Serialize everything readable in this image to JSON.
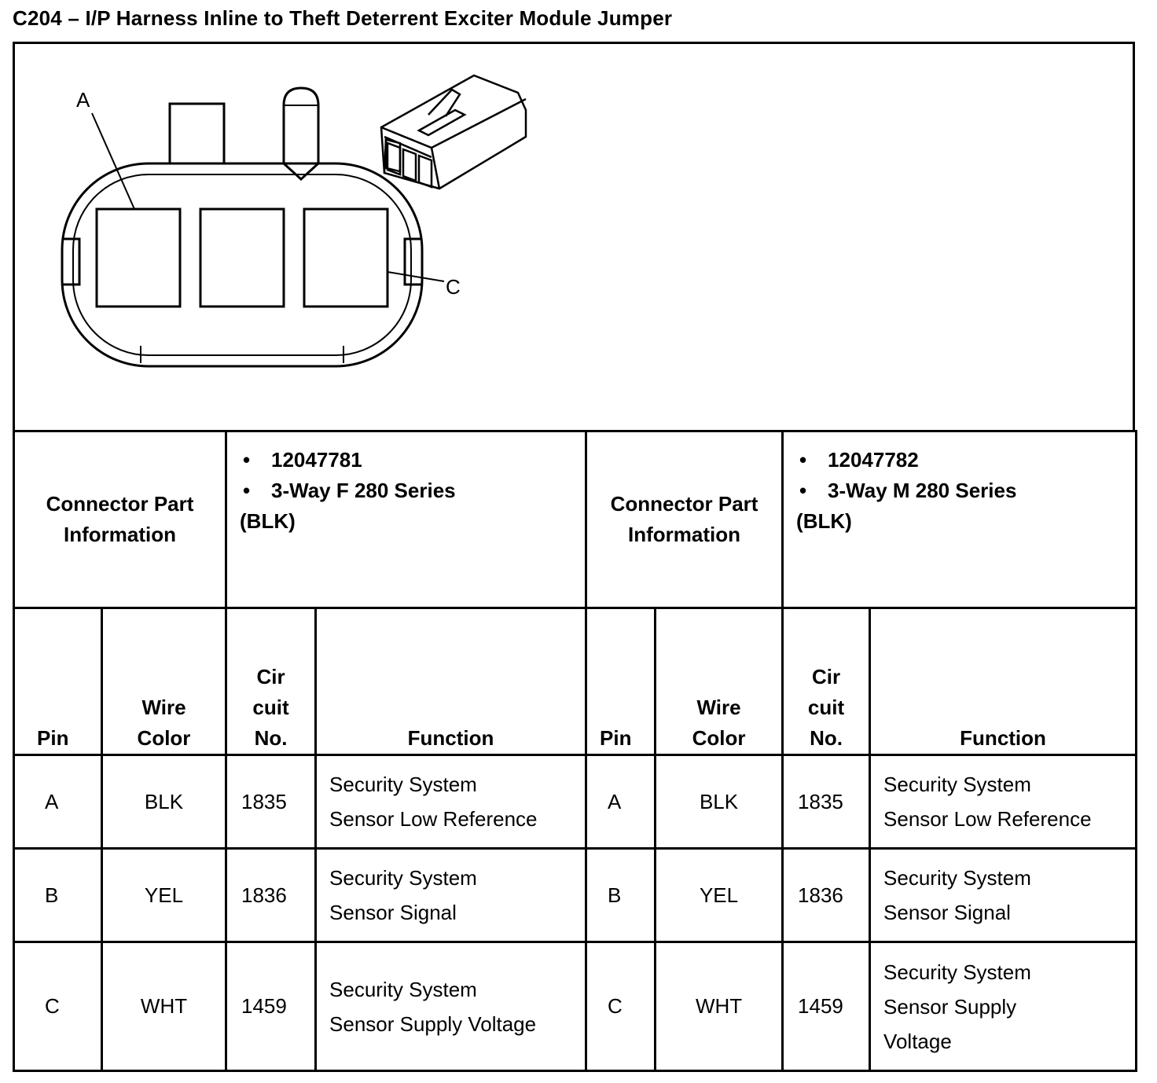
{
  "title": "C204 – I/P Harness Inline to Theft Deterrent Exciter Module Jumper",
  "diagram": {
    "label_a": "A",
    "label_c": "C"
  },
  "left": {
    "part_info_label": "Connector Part Information",
    "part_lines": [
      "12047781",
      "3-Way F 280 Series"
    ],
    "part_color": "(BLK)",
    "headers": {
      "pin": "Pin",
      "wire_color": "Wire Color",
      "circuit": "Cir cuit No.",
      "function": "Function"
    },
    "rows": [
      {
        "pin": "A",
        "color": "BLK",
        "circuit": "1835",
        "function": [
          "Security System",
          "Sensor Low Reference"
        ]
      },
      {
        "pin": "B",
        "color": "YEL",
        "circuit": "1836",
        "function": [
          "Security System",
          "Sensor Signal"
        ]
      },
      {
        "pin": "C",
        "color": "WHT",
        "circuit": "1459",
        "function": [
          "Security System",
          "Sensor Supply Voltage"
        ]
      }
    ]
  },
  "right": {
    "part_info_label": "Connector Part Information",
    "part_lines": [
      "12047782",
      "3-Way M 280 Series"
    ],
    "part_color": "(BLK)",
    "headers": {
      "pin": "Pin",
      "wire_color": "Wire Color",
      "circuit": "Cir cuit No.",
      "function": "Function"
    },
    "rows": [
      {
        "pin": "A",
        "color": "BLK",
        "circuit": "1835",
        "function": [
          "Security System",
          "Sensor Low Reference"
        ]
      },
      {
        "pin": "B",
        "color": "YEL",
        "circuit": "1836",
        "function": [
          "Security System",
          "Sensor Signal"
        ]
      },
      {
        "pin": "C",
        "color": "WHT",
        "circuit": "1459",
        "function": [
          "Security System",
          "Sensor Supply",
          "Voltage"
        ]
      }
    ]
  }
}
